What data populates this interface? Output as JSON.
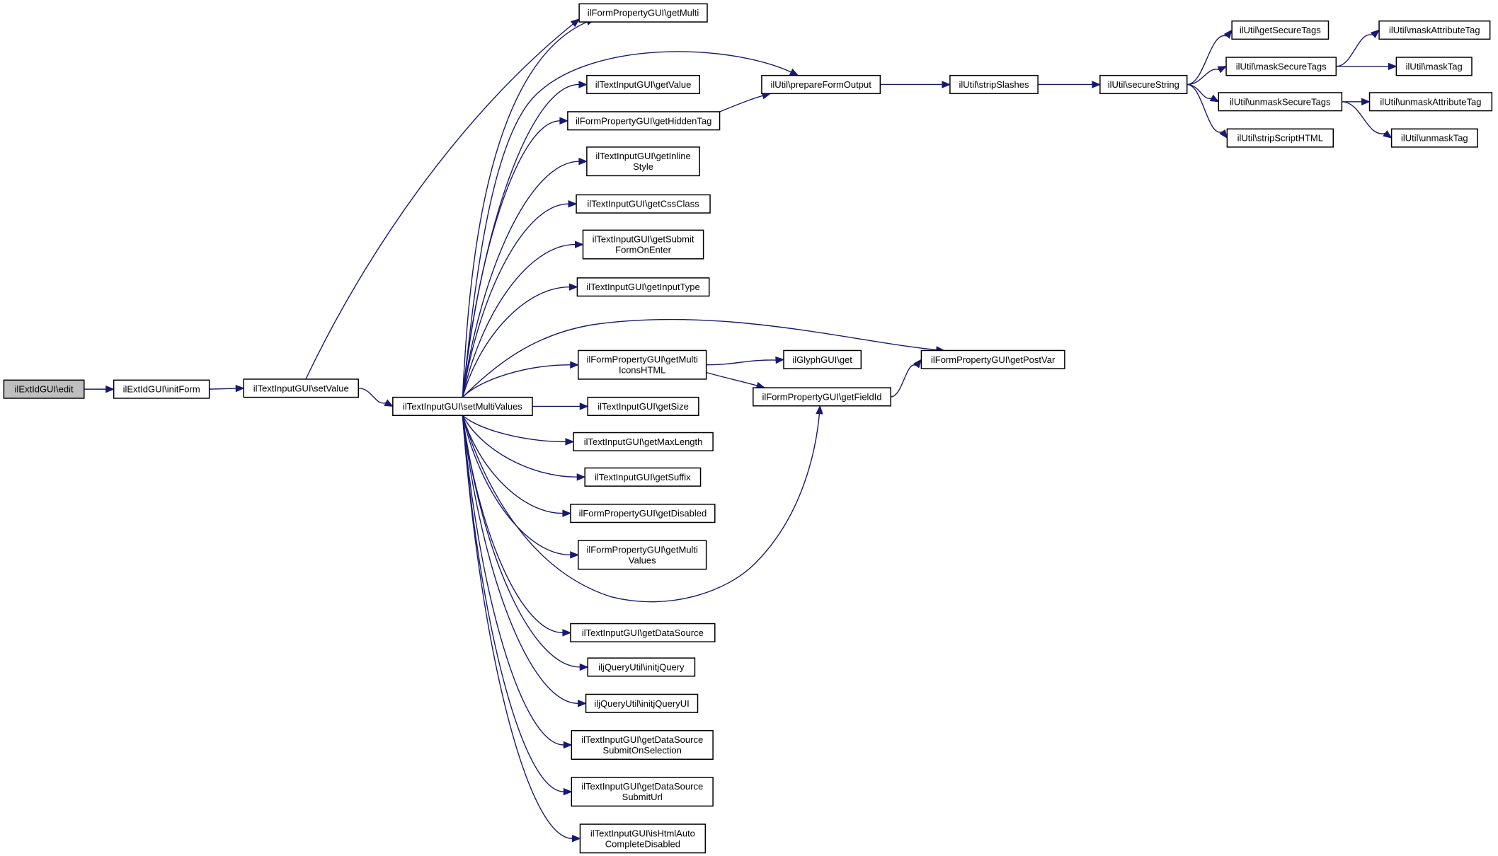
{
  "diagram": {
    "type": "call-graph",
    "colors": {
      "edge": "#191970",
      "root_fill": "#bfbfbf",
      "node_fill": "#ffffff",
      "border": "#000000"
    },
    "nodes": [
      {
        "id": "root",
        "lines": [
          "ilExtIdGUI\\edit"
        ],
        "root": true
      },
      {
        "id": "initForm",
        "lines": [
          "ilExtIdGUI\\initForm"
        ]
      },
      {
        "id": "setValue",
        "lines": [
          "ilTextInputGUI\\setValue"
        ]
      },
      {
        "id": "setMultiValues",
        "lines": [
          "ilTextInputGUI\\setMultiValues"
        ]
      },
      {
        "id": "getMulti",
        "lines": [
          "ilFormPropertyGUI\\getMulti"
        ]
      },
      {
        "id": "getValue",
        "lines": [
          "ilTextInputGUI\\getValue"
        ]
      },
      {
        "id": "getHiddenTag",
        "lines": [
          "ilFormPropertyGUI\\getHiddenTag"
        ]
      },
      {
        "id": "getInlineStyle",
        "lines": [
          "ilTextInputGUI\\getInline",
          "Style"
        ]
      },
      {
        "id": "getCssClass",
        "lines": [
          "ilTextInputGUI\\getCssClass"
        ]
      },
      {
        "id": "getSubmitFormOnEnter",
        "lines": [
          "ilTextInputGUI\\getSubmit",
          "FormOnEnter"
        ]
      },
      {
        "id": "getInputType",
        "lines": [
          "ilTextInputGUI\\getInputType"
        ]
      },
      {
        "id": "getMultiIconsHTML",
        "lines": [
          "ilFormPropertyGUI\\getMulti",
          "IconsHTML"
        ]
      },
      {
        "id": "getSize",
        "lines": [
          "ilTextInputGUI\\getSize"
        ]
      },
      {
        "id": "getMaxLength",
        "lines": [
          "ilTextInputGUI\\getMaxLength"
        ]
      },
      {
        "id": "getSuffix",
        "lines": [
          "ilTextInputGUI\\getSuffix"
        ]
      },
      {
        "id": "getDisabled",
        "lines": [
          "ilFormPropertyGUI\\getDisabled"
        ]
      },
      {
        "id": "getMultiValues",
        "lines": [
          "ilFormPropertyGUI\\getMulti",
          "Values"
        ]
      },
      {
        "id": "getDataSource",
        "lines": [
          "ilTextInputGUI\\getDataSource"
        ]
      },
      {
        "id": "initjQuery",
        "lines": [
          "iljQueryUtil\\initjQuery"
        ]
      },
      {
        "id": "initjQueryUI",
        "lines": [
          "iljQueryUtil\\initjQueryUI"
        ]
      },
      {
        "id": "getDataSourceSubmitOnSelection",
        "lines": [
          "ilTextInputGUI\\getDataSource",
          "SubmitOnSelection"
        ]
      },
      {
        "id": "getDataSourceSubmitUrl",
        "lines": [
          "ilTextInputGUI\\getDataSource",
          "SubmitUrl"
        ]
      },
      {
        "id": "isHtmlAutoCompleteDisabled",
        "lines": [
          "ilTextInputGUI\\isHtmlAuto",
          "CompleteDisabled"
        ]
      },
      {
        "id": "prepareFormOutput",
        "lines": [
          "ilUtil\\prepareFormOutput"
        ]
      },
      {
        "id": "stripSlashes",
        "lines": [
          "ilUtil\\stripSlashes"
        ]
      },
      {
        "id": "secureString",
        "lines": [
          "ilUtil\\secureString"
        ]
      },
      {
        "id": "getSecureTags",
        "lines": [
          "ilUtil\\getSecureTags"
        ]
      },
      {
        "id": "maskSecureTags",
        "lines": [
          "ilUtil\\maskSecureTags"
        ]
      },
      {
        "id": "unmaskSecureTags",
        "lines": [
          "ilUtil\\unmaskSecureTags"
        ]
      },
      {
        "id": "stripScriptHTML",
        "lines": [
          "ilUtil\\stripScriptHTML"
        ]
      },
      {
        "id": "maskAttributeTag",
        "lines": [
          "ilUtil\\maskAttributeTag"
        ]
      },
      {
        "id": "maskTag",
        "lines": [
          "ilUtil\\maskTag"
        ]
      },
      {
        "id": "unmaskAttributeTag",
        "lines": [
          "ilUtil\\unmaskAttributeTag"
        ]
      },
      {
        "id": "unmaskTag",
        "lines": [
          "ilUtil\\unmaskTag"
        ]
      },
      {
        "id": "glyphGet",
        "lines": [
          "ilGlyphGUI\\get"
        ]
      },
      {
        "id": "getFieldId",
        "lines": [
          "ilFormPropertyGUI\\getFieldId"
        ]
      },
      {
        "id": "getPostVar",
        "lines": [
          "ilFormPropertyGUI\\getPostVar"
        ]
      }
    ],
    "edges": [
      [
        "root",
        "initForm"
      ],
      [
        "initForm",
        "setValue"
      ],
      [
        "setValue",
        "setMultiValues"
      ],
      [
        "setValue",
        "getMulti"
      ],
      [
        "setMultiValues",
        "getMulti"
      ],
      [
        "setMultiValues",
        "prepareFormOutput"
      ],
      [
        "setMultiValues",
        "getValue"
      ],
      [
        "setMultiValues",
        "getHiddenTag"
      ],
      [
        "setMultiValues",
        "getInlineStyle"
      ],
      [
        "setMultiValues",
        "getCssClass"
      ],
      [
        "setMultiValues",
        "getSubmitFormOnEnter"
      ],
      [
        "setMultiValues",
        "getInputType"
      ],
      [
        "setMultiValues",
        "getPostVar"
      ],
      [
        "setMultiValues",
        "getMultiIconsHTML"
      ],
      [
        "setMultiValues",
        "getSize"
      ],
      [
        "setMultiValues",
        "getMaxLength"
      ],
      [
        "setMultiValues",
        "getSuffix"
      ],
      [
        "setMultiValues",
        "getDisabled"
      ],
      [
        "setMultiValues",
        "getMultiValues"
      ],
      [
        "setMultiValues",
        "getFieldId"
      ],
      [
        "setMultiValues",
        "getDataSource"
      ],
      [
        "setMultiValues",
        "initjQuery"
      ],
      [
        "setMultiValues",
        "initjQueryUI"
      ],
      [
        "setMultiValues",
        "getDataSourceSubmitOnSelection"
      ],
      [
        "setMultiValues",
        "getDataSourceSubmitUrl"
      ],
      [
        "setMultiValues",
        "isHtmlAutoCompleteDisabled"
      ],
      [
        "getHiddenTag",
        "prepareFormOutput"
      ],
      [
        "prepareFormOutput",
        "stripSlashes"
      ],
      [
        "stripSlashes",
        "secureString"
      ],
      [
        "secureString",
        "getSecureTags"
      ],
      [
        "secureString",
        "maskSecureTags"
      ],
      [
        "secureString",
        "unmaskSecureTags"
      ],
      [
        "secureString",
        "stripScriptHTML"
      ],
      [
        "maskSecureTags",
        "maskAttributeTag"
      ],
      [
        "maskSecureTags",
        "maskTag"
      ],
      [
        "unmaskSecureTags",
        "unmaskAttributeTag"
      ],
      [
        "unmaskSecureTags",
        "unmaskTag"
      ],
      [
        "getMultiIconsHTML",
        "glyphGet"
      ],
      [
        "getMultiIconsHTML",
        "getFieldId"
      ],
      [
        "getFieldId",
        "getPostVar"
      ]
    ]
  }
}
